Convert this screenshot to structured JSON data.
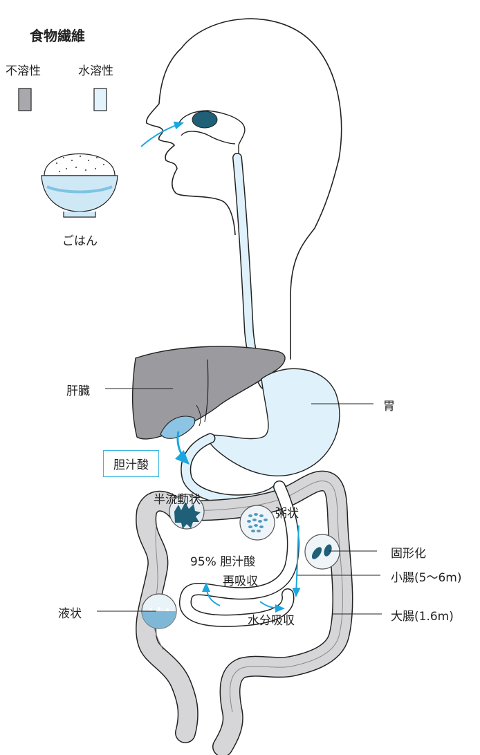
{
  "legend": {
    "title": "食物繊維",
    "insoluble": "不溶性",
    "soluble": "水溶性"
  },
  "food": {
    "label": "ごはん"
  },
  "organs": {
    "liver": "肝臓",
    "stomach": "胃",
    "small_intestine": "小腸(5〜6m)",
    "large_intestine": "大腸(1.6m)"
  },
  "states": {
    "semi_fluid": "半流動状",
    "porridge": "粥状",
    "solidify": "固形化",
    "liquid": "液状"
  },
  "bile": {
    "box": "胆汁酸",
    "reabsorb_line1": "95% 胆汁酸",
    "reabsorb_line2": "再吸収",
    "water": "水分吸収"
  },
  "colors": {
    "insoluble_fill": "#a9a9ad",
    "soluble_fill": "#e3f3fb",
    "accent": "#1aa7e0",
    "gut": "#d6d6d8",
    "stomach": "#dff1fa",
    "liver": "#9b9b9f",
    "dark_teal": "#1f5f78"
  }
}
